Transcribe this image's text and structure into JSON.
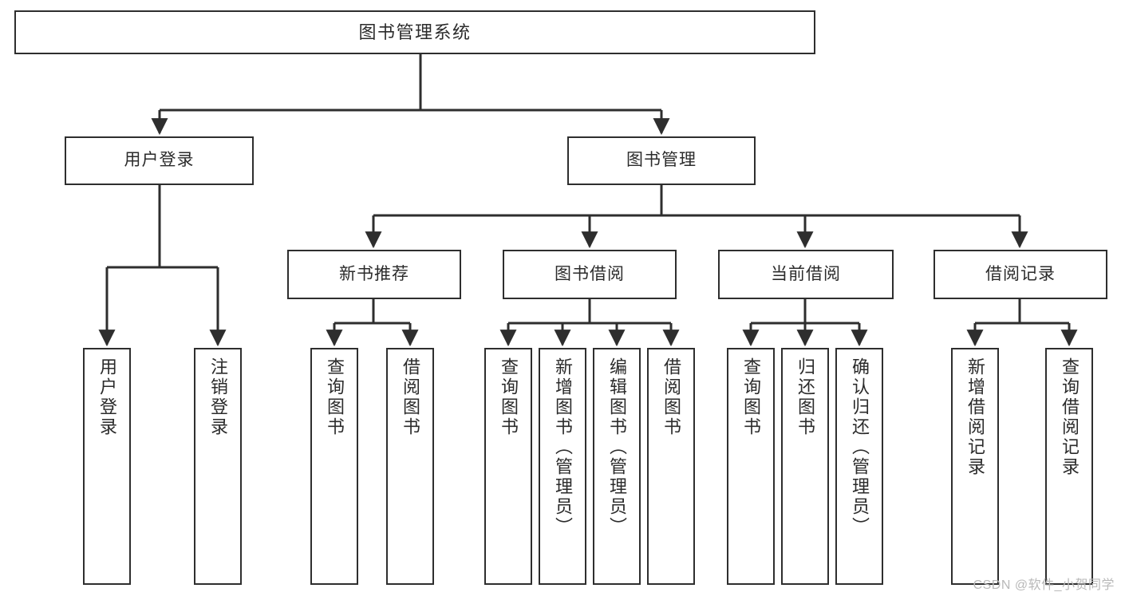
{
  "diagram": {
    "title": "图书管理系统",
    "type": "function-structure-tree",
    "stroke_color": "#2e2e2e",
    "text_color": "#2b2b2b",
    "background_color": "#ffffff",
    "watermark": "CSDN @软件_小贺同学",
    "levels": {
      "root": {
        "label": "图书管理系统"
      },
      "level2": [
        {
          "label": "用户登录"
        },
        {
          "label": "图书管理"
        }
      ],
      "level3": [
        {
          "label": "新书推荐"
        },
        {
          "label": "图书借阅"
        },
        {
          "label": "当前借阅"
        },
        {
          "label": "借阅记录"
        }
      ],
      "leaves": {
        "user_login": [
          {
            "label": "用户登录"
          },
          {
            "label": "注销登录"
          }
        ],
        "new_book_recommend": [
          {
            "label": "查询图书"
          },
          {
            "label": "借阅图书"
          }
        ],
        "book_borrow": [
          {
            "label": "查询图书"
          },
          {
            "label": "新增图书（管理员）"
          },
          {
            "label": "编辑图书（管理员）"
          },
          {
            "label": "借阅图书"
          }
        ],
        "current_borrow": [
          {
            "label": "查询图书"
          },
          {
            "label": "归还图书"
          },
          {
            "label": "确认归还（管理员）"
          }
        ],
        "borrow_record": [
          {
            "label": "新增借阅记录"
          },
          {
            "label": "查询借阅记录"
          }
        ]
      }
    }
  }
}
